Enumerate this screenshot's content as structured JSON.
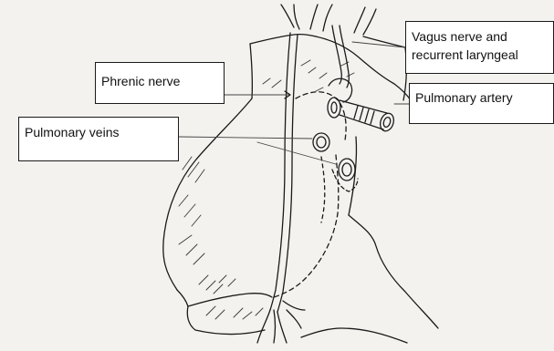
{
  "labels": {
    "phrenic": "Phrenic nerve",
    "pulmonary_veins": "Pulmonary veins",
    "vagus_line1": "Vagus nerve and",
    "vagus_line2": "recurrent laryngeal",
    "pulmonary_artery": "Pulmonary artery"
  },
  "colors": {
    "paper": "#f3f2ef",
    "ink": "#1a1a1a",
    "label_box": "#ffffff"
  }
}
